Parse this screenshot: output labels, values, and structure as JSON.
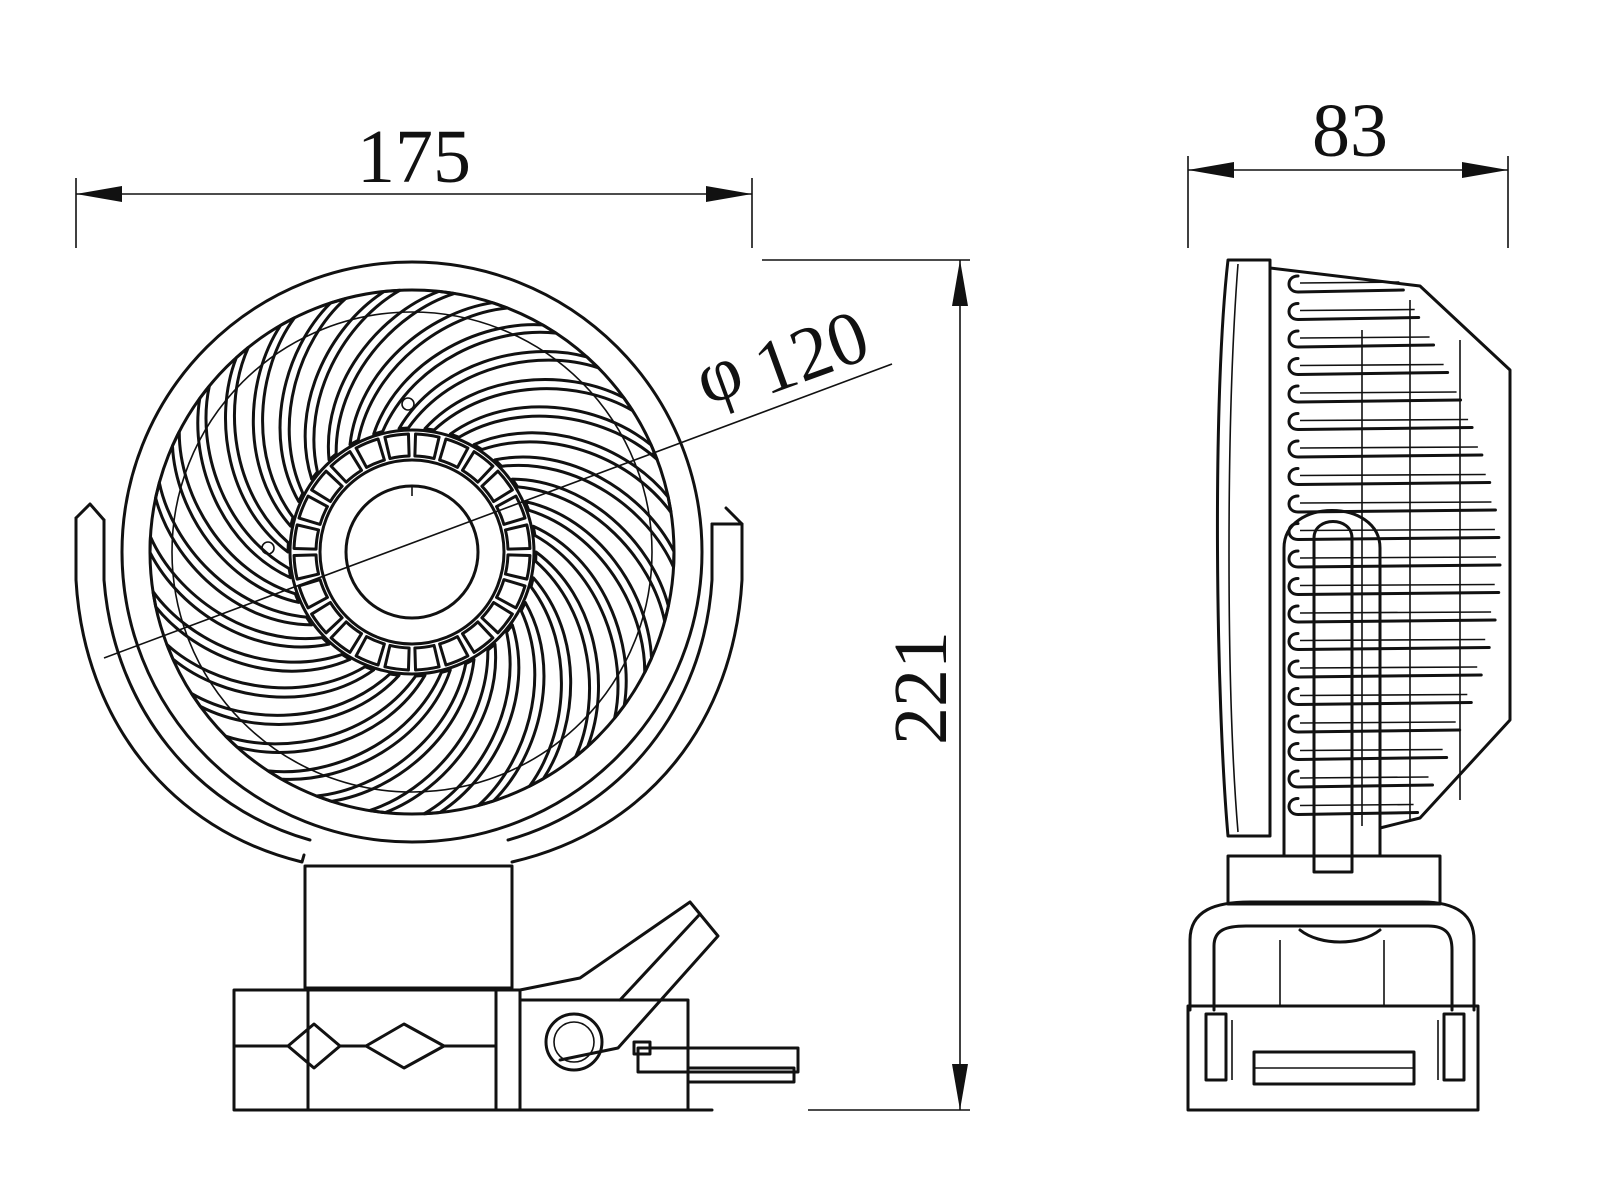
{
  "drawing": {
    "front_view": {
      "width_label": "175",
      "height_label": "221",
      "diameter_label": "120",
      "diameter_symbol": "φ"
    },
    "side_view": {
      "depth_label": "83"
    }
  },
  "colors": {
    "line": "#111111",
    "background": "#ffffff"
  }
}
